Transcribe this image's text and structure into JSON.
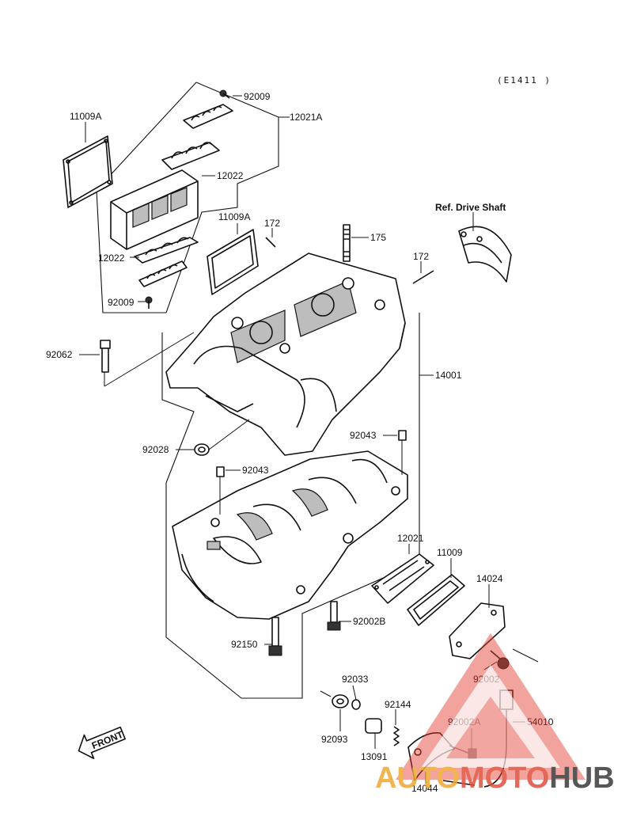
{
  "diagram_code": "(E1411 )",
  "reference_label": "Ref. Drive Shaft",
  "direction_label": "FRONT",
  "parts": {
    "p92009_top": "92009",
    "p12021A": "12021A",
    "p11009A_left": "11009A",
    "p12022_right": "12022",
    "p11009A_mid": "11009A",
    "p172_top": "172",
    "p175": "175",
    "p12022_left": "12022",
    "p92009_bottom": "92009",
    "p172_right": "172",
    "p92062": "92062",
    "p14001": "14001",
    "p92028": "92028",
    "p92043_right": "92043",
    "p92043_left": "92043",
    "p12021": "12021",
    "p11009": "11009",
    "p14024": "14024",
    "p92002B": "92002B",
    "p92150": "92150",
    "p92002": "92002",
    "p92033": "92033",
    "p92144": "92144",
    "p92002A": "92002A",
    "p54010": "54010",
    "p92093": "92093",
    "p13091": "13091",
    "p14044": "14044"
  },
  "watermark": {
    "part1": "AUTO",
    "part2": "MOTO",
    "part3": "HUB",
    "color_auto": "#f0a830",
    "color_moto": "#e0503c",
    "color_hub": "#3a3a3a",
    "triangle_color": "#e23a2e"
  }
}
